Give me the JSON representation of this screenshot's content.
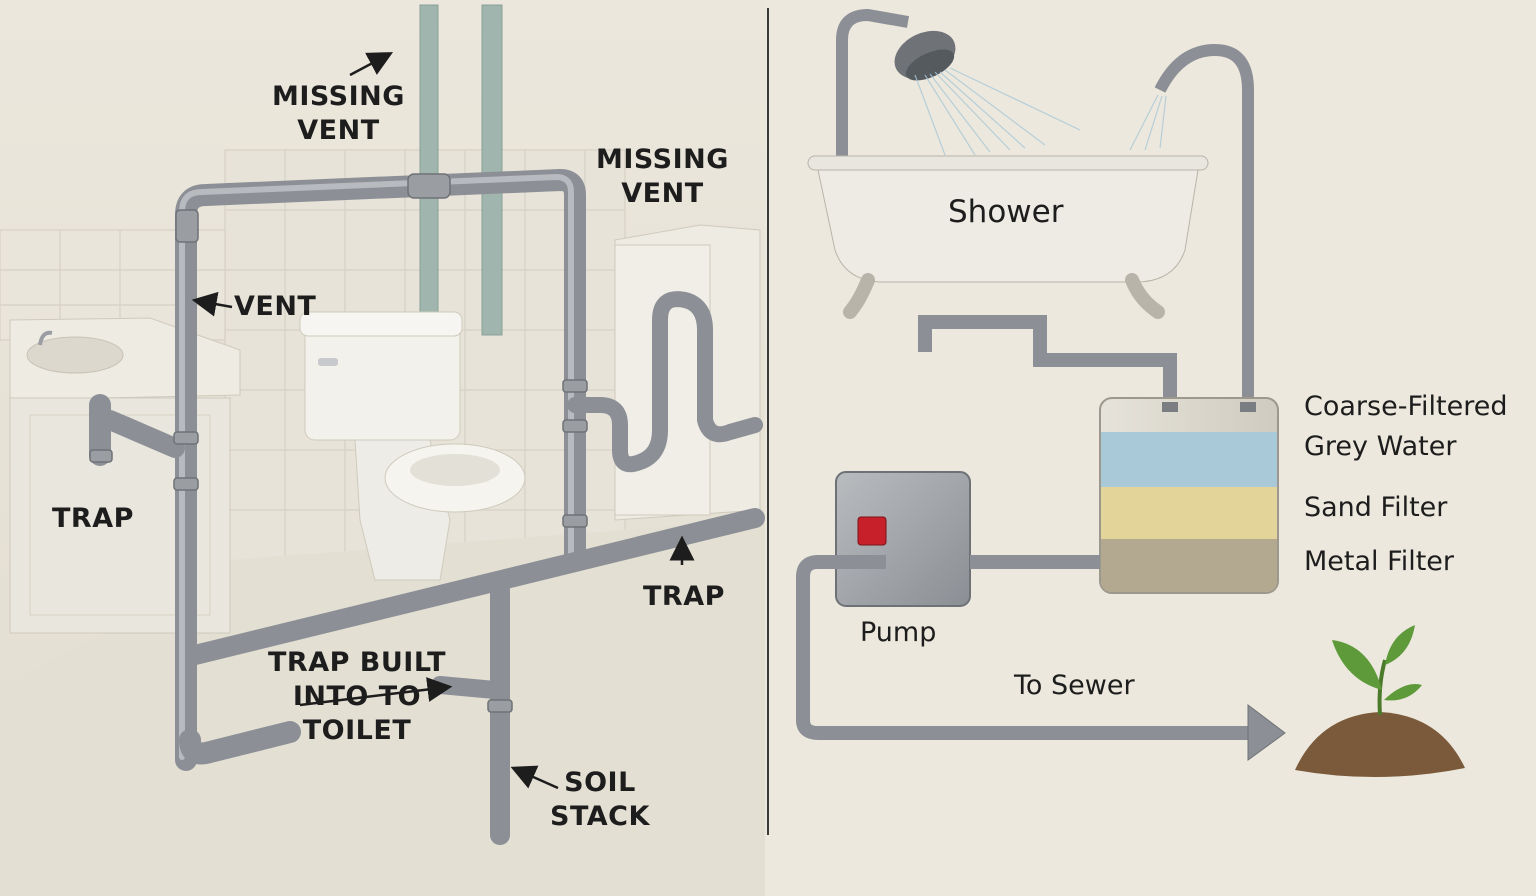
{
  "left_panel": {
    "missing_vent_top": [
      "MISSING",
      "VENT"
    ],
    "missing_vent_right": [
      "MISSING",
      "VENT"
    ],
    "vent": "VENT",
    "trap_left": "TRAP",
    "trap_right": "TRAP",
    "trap_built_into_toilet": [
      "TRAP BUILT",
      "INTO TO",
      "TOILET"
    ],
    "soil_stack": [
      "SOIL",
      "STACK"
    ]
  },
  "right_panel": {
    "shower": "Shower",
    "filter_layers": [
      "Coarse-Filtered",
      "Grey Water",
      "Sand Filter",
      "Metal Filter"
    ],
    "pump": "Pump",
    "to_sewer": "To Sewer"
  },
  "colors": {
    "background": "#ece8dd",
    "pipe": "#8c9096",
    "vent_pipe": "#9fb5ad",
    "grey_water_layer": "#a9c8d8",
    "sand_layer": "#e3d49a",
    "metal_layer": "#b3a890",
    "pump_button": "#c8202a",
    "plant_leaf": "#5e9a3a",
    "soil": "#7a5a3a"
  }
}
